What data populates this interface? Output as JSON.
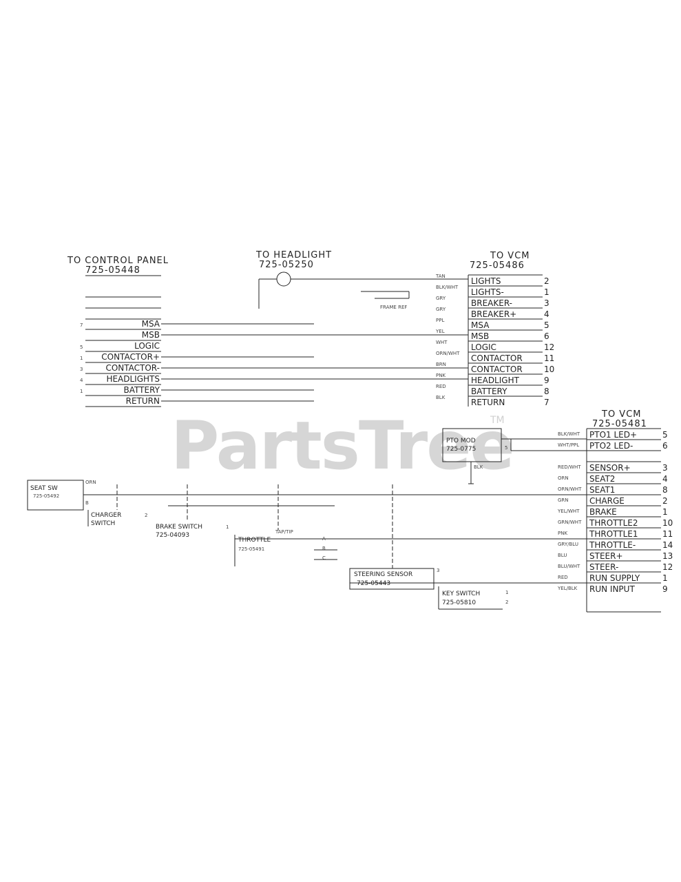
{
  "watermark": {
    "text": "PartsTree",
    "tm": "TM"
  },
  "control_panel": {
    "title": "TO CONTROL PANEL",
    "part": "725-05448",
    "signals": [
      {
        "pin": "7",
        "label": "MSA"
      },
      {
        "pin": "",
        "label": "MSB"
      },
      {
        "pin": "5",
        "label": "LOGIC"
      },
      {
        "pin": "1",
        "label": "CONTACTOR+"
      },
      {
        "pin": "3",
        "label": "CONTACTOR-"
      },
      {
        "pin": "4",
        "label": "HEADLIGHTS"
      },
      {
        "pin": "1",
        "label": "BATTERY"
      },
      {
        "pin": "",
        "label": "RETURN"
      }
    ]
  },
  "headlight": {
    "title": "TO HEADLIGHT",
    "part": "725-05250",
    "fuse_label": "FRAME REF"
  },
  "vcm_top": {
    "title": "TO VCM",
    "part": "725-05486",
    "pins": [
      {
        "label": "LIGHTS",
        "pin": "2",
        "wire": "TAN"
      },
      {
        "label": "LIGHTS-",
        "pin": "1",
        "wire": "BLK/WHT"
      },
      {
        "label": "BREAKER-",
        "pin": "3",
        "wire": "GRY"
      },
      {
        "label": "BREAKER+",
        "pin": "4",
        "wire": "GRY"
      },
      {
        "label": "MSA",
        "pin": "5",
        "wire": "PPL"
      },
      {
        "label": "MSB",
        "pin": "6",
        "wire": "YEL"
      },
      {
        "label": "LOGIC",
        "pin": "12",
        "wire": "WHT"
      },
      {
        "label": "CONTACTOR",
        "pin": "11",
        "wire": "ORN/WHT"
      },
      {
        "label": "CONTACTOR",
        "pin": "10",
        "wire": "BRN"
      },
      {
        "label": "HEADLIGHT",
        "pin": "9",
        "wire": "PNK"
      },
      {
        "label": "BATTERY",
        "pin": "8",
        "wire": "RED"
      },
      {
        "label": "RETURN",
        "pin": "7",
        "wire": "BLK"
      }
    ]
  },
  "pto_mod": {
    "title": "PTO MOD",
    "part": "725-0775",
    "pin": "5",
    "ground_label": "BLK"
  },
  "vcm_bottom": {
    "title": "TO VCM",
    "part": "725-05481",
    "pins": [
      {
        "label": "PTO1 LED+",
        "pin": "5",
        "wire": "BLK/WHT"
      },
      {
        "label": "PTO2 LED-",
        "pin": "6",
        "wire": "WHT/PPL"
      },
      {
        "label": "",
        "pin": "",
        "wire": ""
      },
      {
        "label": "SENSOR+",
        "pin": "3",
        "wire": "RED/WHT"
      },
      {
        "label": "SEAT2",
        "pin": "4",
        "wire": "ORN"
      },
      {
        "label": "SEAT1",
        "pin": "8",
        "wire": "ORN/WHT"
      },
      {
        "label": "CHARGE",
        "pin": "2",
        "wire": "GRN"
      },
      {
        "label": "BRAKE",
        "pin": "1",
        "wire": "YEL/WHT"
      },
      {
        "label": "THROTTLE2",
        "pin": "10",
        "wire": "GRN/WHT"
      },
      {
        "label": "THROTTLE1",
        "pin": "11",
        "wire": "PNK"
      },
      {
        "label": "THROTTLE-",
        "pin": "14",
        "wire": "GRY/BLU"
      },
      {
        "label": "STEER+",
        "pin": "13",
        "wire": "BLU"
      },
      {
        "label": "STEER-",
        "pin": "12",
        "wire": "BLU/WHT"
      },
      {
        "label": "RUN SUPPLY",
        "pin": "1",
        "wire": "RED"
      },
      {
        "label": "RUN INPUT",
        "pin": "9",
        "wire": "YEL/BLK"
      }
    ]
  },
  "seat_sw": {
    "title": "SEAT SW",
    "part": "725-05492",
    "w1": "ORN",
    "w2": "B"
  },
  "charger": {
    "title": "CHARGER",
    "sub": "SWITCH",
    "pin": "2"
  },
  "brake_sw": {
    "title": "BRAKE SWITCH",
    "part": "725-04093",
    "pin": "1"
  },
  "throttle": {
    "title": "THROTTLE",
    "part": "725-05491",
    "tap": "TAP/TIP",
    "wires": [
      "A",
      "B",
      "C"
    ]
  },
  "steer_sensor": {
    "title": "STEERING SENSOR",
    "part": "725-05443",
    "pin": "3"
  },
  "key_sw": {
    "title": "KEY SWITCH",
    "part": "725-05810",
    "pins": [
      "1",
      "2"
    ]
  }
}
